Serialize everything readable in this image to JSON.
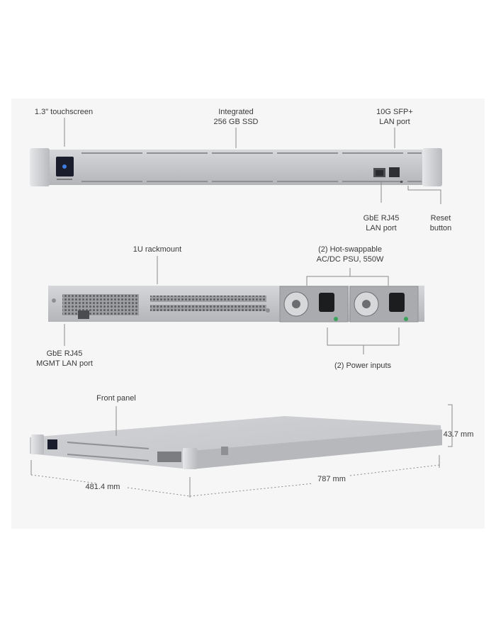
{
  "colors": {
    "background": "#f6f6f6",
    "chassis": "#bfc1c4",
    "chassis_light": "#d9dadc",
    "screen": "#1a1d2b",
    "accent": "#3f7be0",
    "callout_line": "#8a8a8a"
  },
  "front_view": {
    "touchscreen": "1.3\" touchscreen",
    "ssd_line1": "Integrated",
    "ssd_line2": "256 GB SSD",
    "sfp_line1": "10G SFP+",
    "sfp_line2": "LAN port",
    "rj45_line1": "GbE RJ45",
    "rj45_line2": "LAN port",
    "reset_line1": "Reset",
    "reset_line2": "button"
  },
  "rear_view": {
    "rackmount": "1U rackmount",
    "psu_line1": "(2) Hot-swappable",
    "psu_line2": "AC/DC PSU, 550W",
    "mgmt_line1": "GbE RJ45",
    "mgmt_line2": "MGMT LAN port",
    "power_inputs": "(2) Power inputs"
  },
  "dimensions_view": {
    "front_panel": "Front panel",
    "height": "43.7 mm",
    "width": "481.4 mm",
    "depth": "787 mm"
  }
}
